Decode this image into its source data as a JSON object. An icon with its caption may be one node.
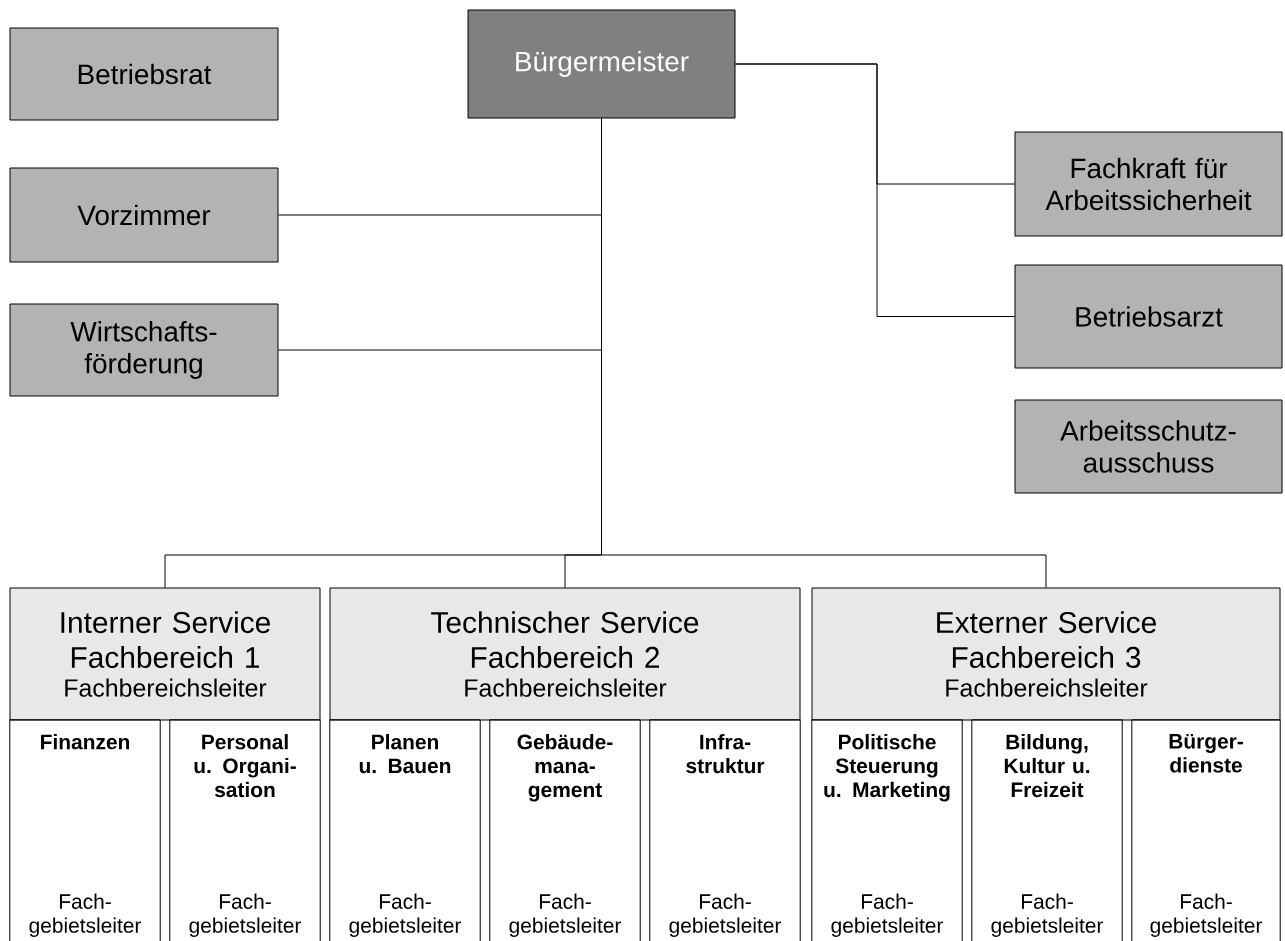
{
  "diagram": {
    "nodes": [
      {
        "text": [
          "Betriebsrat"
        ]
      },
      {
        "text": [
          "Bürgermeister"
        ]
      },
      {
        "text": [
          "Vorzimmer"
        ]
      },
      {
        "text": [
          "Fachkraft für Arbeitssicherheit"
        ]
      },
      {
        "text": [
          "Wirtschafts- förderung"
        ]
      },
      {
        "text": [
          "Betriebsarzt"
        ]
      },
      {
        "text": [
          "Arbeitsschutz- ausschuss"
        ]
      },
      {
        "text": [
          "Interner Service Fachbereich 1",
          "Fachbereichsleiter"
        ]
      },
      {
        "text": [
          "Technischer Service Fachbereich 2",
          "Fachbereichsleiter"
        ]
      },
      {
        "text": [
          "Externer Service Fachbereich 3",
          "Fachbereichsleiter"
        ]
      },
      {
        "text": [
          "Finanzen",
          "Fach- gebietsleiter"
        ]
      },
      {
        "text": [
          "Personal u. Organi- sation",
          "Fach- gebietsleiter"
        ]
      },
      {
        "text": [
          "Planen u. Bauen",
          "Fach- gebietsleiter"
        ]
      },
      {
        "text": [
          "Gebäude- mana- gement",
          "Fach- gebietsleiter"
        ]
      },
      {
        "text": [
          "Infra- struktur",
          "Fach- gebietsleiter"
        ]
      },
      {
        "text": [
          "Politische Steuerung u. Marketing",
          "Fach- gebietsleiter"
        ]
      },
      {
        "text": [
          "Bildung, Kultur u. Freizeit",
          "Fach- gebietsleiter"
        ]
      },
      {
        "text": [
          "Bürger- dienste",
          "Fach- gebietsleiter"
        ]
      }
    ],
    "edges": [
      {
        "from": 1,
        "to": 2,
        "arrow": "none"
      },
      {
        "from": 1,
        "to": 4,
        "arrow": "none"
      },
      {
        "from": 1,
        "to": 3,
        "arrow": "none"
      },
      {
        "from": 1,
        "to": 5,
        "arrow": "none"
      },
      {
        "from": 1,
        "to": 7,
        "arrow": "none"
      },
      {
        "from": 1,
        "to": 8,
        "arrow": "none"
      },
      {
        "from": 1,
        "to": 9,
        "arrow": "none"
      }
    ]
  }
}
